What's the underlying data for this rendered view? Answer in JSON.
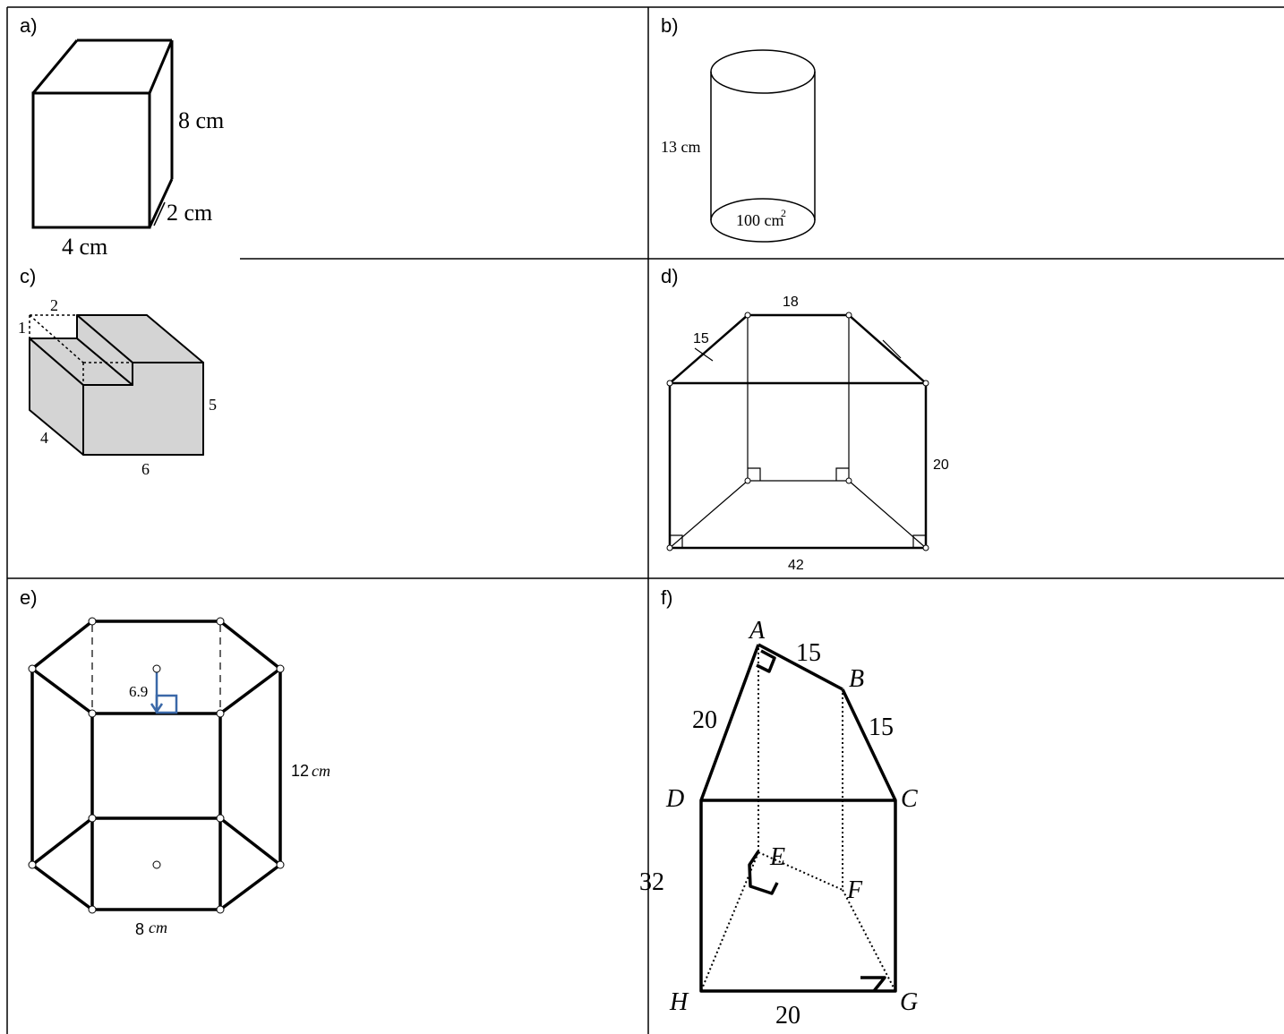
{
  "cells": {
    "a": {
      "label": "a)",
      "height_label": "8 cm",
      "depth_label": "2 cm",
      "width_label": "4 cm"
    },
    "b": {
      "label": "b)",
      "height_label": "13 cm",
      "base_label": "100 cm",
      "base_exp": "2"
    },
    "c": {
      "label": "c)",
      "notch_width": "2",
      "notch_depth": "1",
      "height": "5",
      "depth": "4",
      "width": "6"
    },
    "d": {
      "label": "d)",
      "top": "18",
      "slant": "15",
      "height": "20",
      "bottom": "42"
    },
    "e": {
      "label": "e)",
      "apothem": "6.9",
      "height_num": "12",
      "height_unit": "cm",
      "side_num": "8",
      "side_unit": "cm"
    },
    "f": {
      "label": "f)",
      "A": "A",
      "B": "B",
      "C": "C",
      "D": "D",
      "E": "E",
      "F": "F",
      "G": "G",
      "H": "H",
      "ab": "15",
      "bc": "15",
      "ad": "20",
      "dh": "32",
      "hg": "20"
    }
  }
}
